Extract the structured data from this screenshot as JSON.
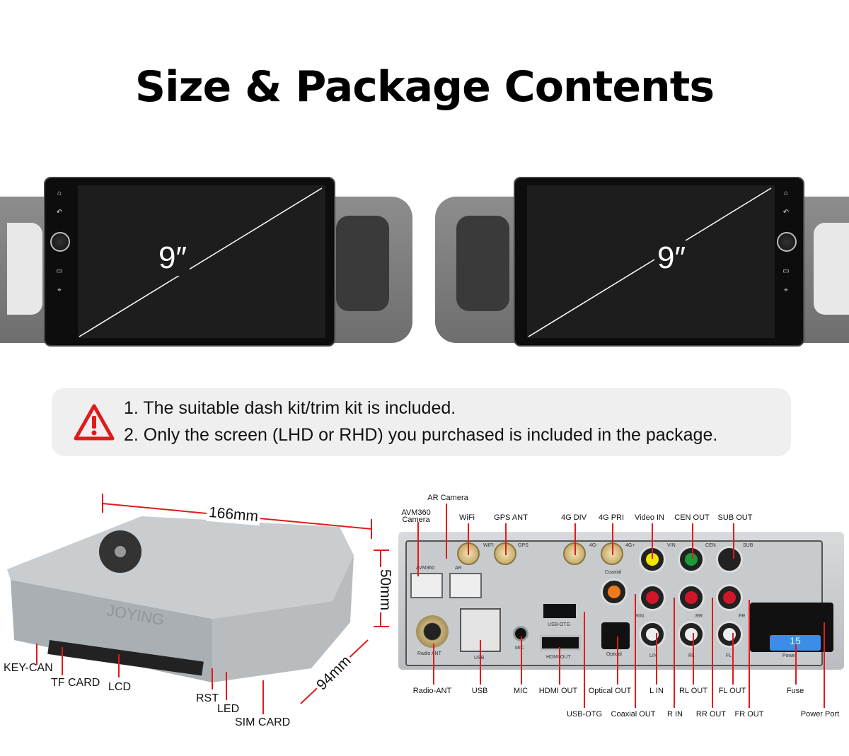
{
  "title": "Size & Package Contents",
  "units": [
    {
      "size": "9″"
    },
    {
      "size": "9″"
    }
  ],
  "notice": {
    "icon": "warning-icon",
    "lines": [
      "1. The suitable dash kit/trim kit is included.",
      "2. Only the screen (LHD or RHD) you purchased is included in the package."
    ],
    "icon_color": "#e01b1b"
  },
  "dimensions": {
    "width": "166mm",
    "height": "50mm",
    "depth": "94mm"
  },
  "box_brand": "JOYING",
  "left_labels": [
    "KEY-CAN",
    "TF CARD",
    "LCD",
    "RST",
    "LED",
    "SIM CARD"
  ],
  "top_labels": [
    "AVM360 Camera",
    "AR Camera",
    "WiFi",
    "GPS ANT",
    "4G DIV",
    "4G PRI",
    "Video IN",
    "CEN OUT",
    "SUB OUT"
  ],
  "bottom_labels_row1": [
    "Radio-ANT",
    "USB",
    "MIC",
    "HDMI OUT",
    "Optical OUT",
    "L IN",
    "RL OUT",
    "FL OUT",
    "Fuse"
  ],
  "bottom_labels_row2": [
    "USB-OTG",
    "Coaxial OUT",
    "R IN",
    "RR OUT",
    "FR OUT",
    "Power Port"
  ],
  "panel_silk": {
    "wifi": "WIFI",
    "gps": "GPS",
    "avm": "AVM360",
    "ar": "AR",
    "g1": "4G-",
    "g2": "4G+",
    "vin": "VIN",
    "cen": "CEN",
    "sub": "SUB",
    "coax": "Coaxial",
    "rin": "RIN",
    "rr": "RR",
    "fr": "FR",
    "radio": "Radio ANT",
    "usb": "USB",
    "mic": "MIC",
    "otg": "USB-OTG",
    "hdmi": "HDMI OUT",
    "optical": "Optical",
    "lin": "LIN",
    "rl": "RL",
    "fl": "FL",
    "power": "Power",
    "fuse": "15"
  },
  "accent": "#e01b1b"
}
